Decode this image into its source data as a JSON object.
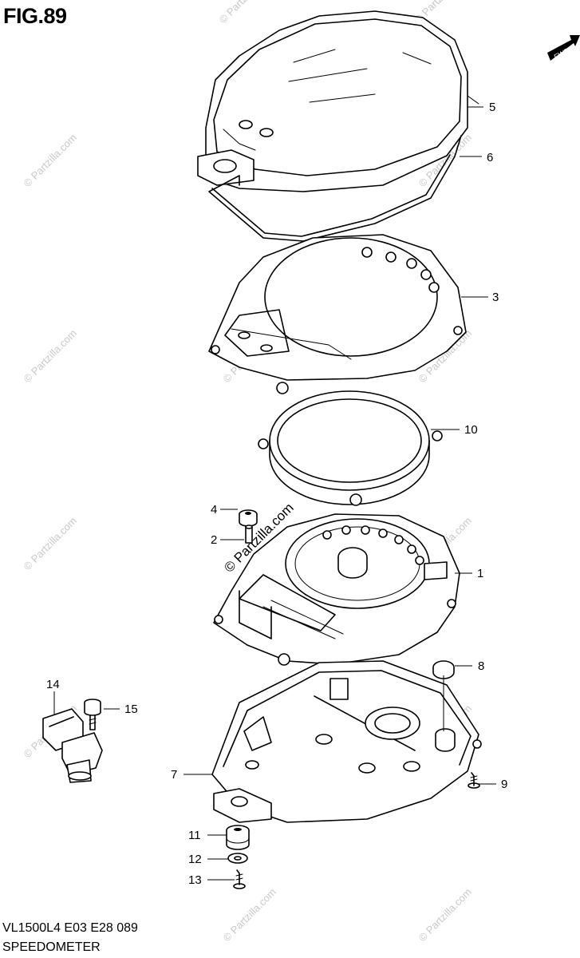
{
  "figure": {
    "title": "FIG.89",
    "code": "VL1500L4  E03  E28  089",
    "name": "SPEEDOMETER",
    "fwd_label": "FWD"
  },
  "watermark": {
    "text": "© Partzilla.com"
  },
  "parts": [
    {
      "id": "5",
      "label": "5"
    },
    {
      "id": "6",
      "label": "6"
    },
    {
      "id": "3",
      "label": "3"
    },
    {
      "id": "10",
      "label": "10"
    },
    {
      "id": "4",
      "label": "4"
    },
    {
      "id": "2",
      "label": "2"
    },
    {
      "id": "1",
      "label": "1"
    },
    {
      "id": "8",
      "label": "8"
    },
    {
      "id": "14",
      "label": "14"
    },
    {
      "id": "15",
      "label": "15"
    },
    {
      "id": "7",
      "label": "7"
    },
    {
      "id": "9",
      "label": "9"
    },
    {
      "id": "11",
      "label": "11"
    },
    {
      "id": "12",
      "label": "12"
    },
    {
      "id": "13",
      "label": "13"
    }
  ]
}
